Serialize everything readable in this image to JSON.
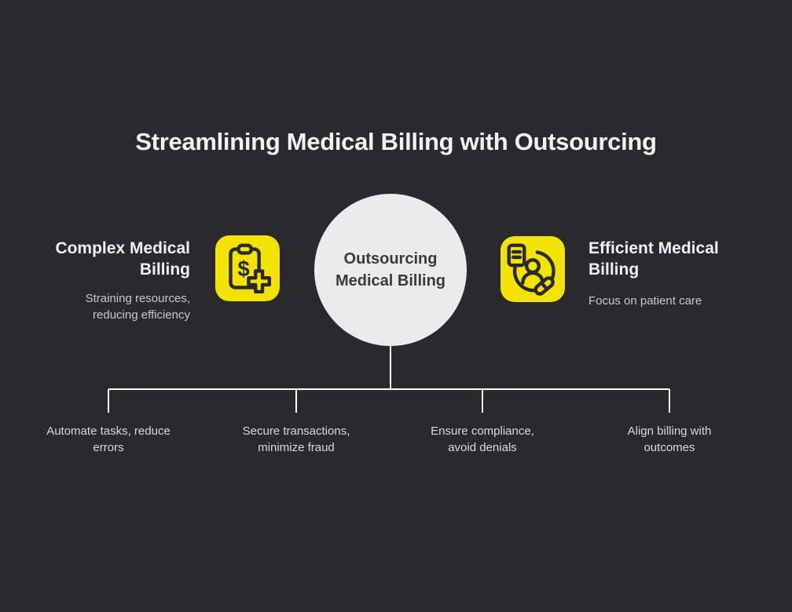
{
  "title": "Streamlining Medical Billing with Outsourcing",
  "center_node": {
    "lines": [
      "Outsourcing",
      "Medical Billing"
    ]
  },
  "left_item": {
    "heading_lines": [
      "Complex Medical",
      "Billing"
    ],
    "subtext_lines": [
      "Straining resources,",
      "reducing efficiency"
    ],
    "icon": "clipboard-dollar-plus-icon"
  },
  "right_item": {
    "heading_lines": [
      "Efficient Medical",
      "Billing"
    ],
    "subtext_lines": [
      "Focus on patient care"
    ],
    "icon": "patient-care-pill-icon"
  },
  "branches": [
    {
      "lines": [
        "Automate tasks, reduce",
        "errors"
      ]
    },
    {
      "lines": [
        "Secure transactions,",
        "minimize fraud"
      ]
    },
    {
      "lines": [
        "Ensure compliance,",
        "avoid denials"
      ]
    },
    {
      "lines": [
        "Align billing with",
        "outcomes"
      ]
    }
  ],
  "colors": {
    "background": "#2A2A2C",
    "accent_yellow": "#F2E205",
    "circle_fill": "#EBEBEB",
    "circle_text": "#3A3A3A",
    "connector_line": "#FFFFFF",
    "heading_text": "#F0F0F0",
    "subtext": "#C9C9C9",
    "branch_text": "#D9D9D9"
  }
}
